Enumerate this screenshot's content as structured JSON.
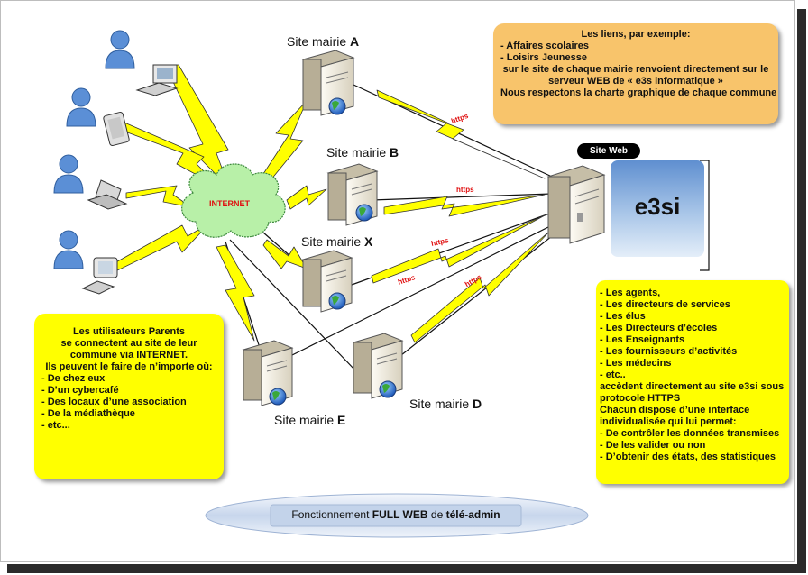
{
  "sites": {
    "a": {
      "prefix": "Site mairie ",
      "letter": "A"
    },
    "b": {
      "prefix": "Site mairie ",
      "letter": "B"
    },
    "x": {
      "prefix": "Site mairie ",
      "letter": "X"
    },
    "d": {
      "prefix": "Site mairie ",
      "letter": "D"
    },
    "e": {
      "prefix": "Site mairie ",
      "letter": "E"
    }
  },
  "internet_label": "INTERNET",
  "https_label": "https",
  "site_web_tab": "Site Web",
  "e3si_label": "e3si",
  "note_top_right": {
    "lines": [
      "Les liens, par exemple:",
      "- Affaires scolaires",
      "- Loisirs Jeunesse",
      "sur le site de chaque mairie renvoient directement sur le",
      "serveur WEB de « e3s informatique »",
      "",
      "Nous respectons la charte graphique de chaque commune"
    ]
  },
  "note_bottom_left": {
    "lines": [
      "Les utilisateurs Parents",
      "se connectent au site de leur",
      "commune via INTERNET.",
      "",
      "Ils peuvent le faire de n’importe où:",
      "- De chez eux",
      "- D’un cybercafé",
      "- Des locaux d’une association",
      "- De la médiathèque",
      "- etc..."
    ]
  },
  "note_bottom_right": {
    "lines": [
      "- Les agents,",
      "- Les directeurs de services",
      "- Les élus",
      "- Les Directeurs d’écoles",
      "- Les Enseignants",
      "- Les fournisseurs d’activités",
      "- Les médecins",
      "- etc..",
      "accèdent directement au site e3si sous",
      "protocole HTTPS",
      "",
      "Chacun dispose d’une interface",
      "individualisée qui lui permet:",
      "- De contrôler les données transmises",
      "- De les valider ou non",
      "- D’obtenir des états, des statistiques"
    ]
  },
  "footer": {
    "prefix": "Fonctionnement ",
    "strong1": "FULL WEB",
    "middle": " de ",
    "strong2": "télé-admin"
  },
  "colors": {
    "note_orange": "#f8c46b",
    "note_yellow": "#ffff00",
    "bolt_yellow": "#ffff00",
    "cloud_green": "#b8f0a8",
    "https_red": "#e01010",
    "user_blue": "#5b8fd6"
  },
  "icons": [
    "user-icon",
    "desktop-computer-icon",
    "tablet-icon",
    "laptop-icon",
    "crt-monitor-icon",
    "server-icon",
    "globe-icon",
    "internet-cloud-icon",
    "lightning-link-icon"
  ]
}
